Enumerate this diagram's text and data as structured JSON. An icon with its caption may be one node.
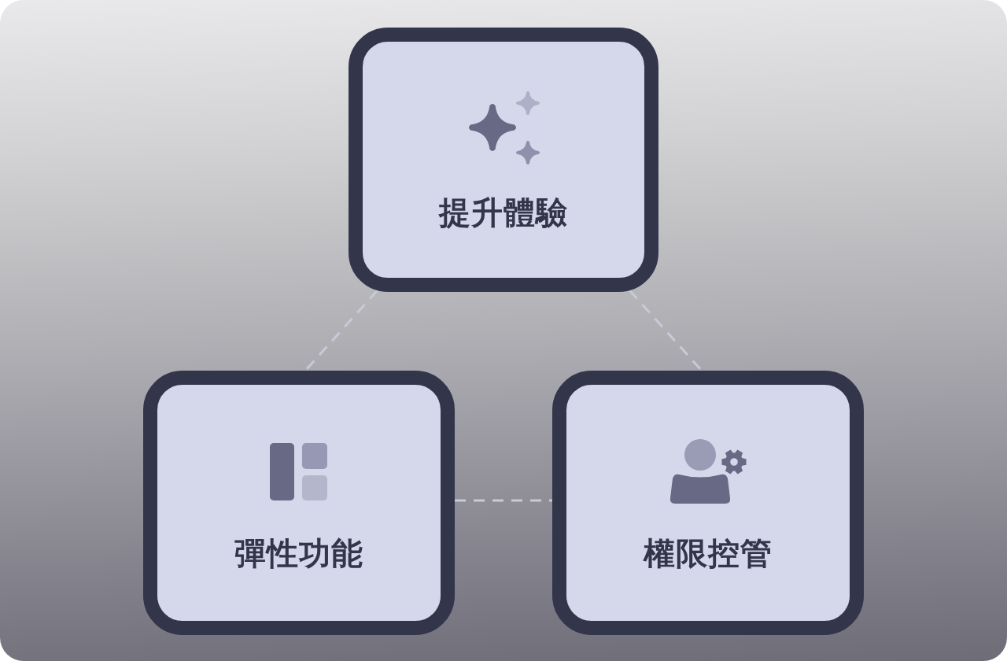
{
  "diagram": {
    "nodes": [
      {
        "text": [
          "提升體驗"
        ]
      },
      {
        "text": [
          "彈性功能"
        ]
      },
      {
        "text": [
          "權限控管"
        ]
      }
    ],
    "edges": [
      {
        "from": 0,
        "to": 1,
        "arrow": "none",
        "style": "dashed"
      },
      {
        "from": 0,
        "to": 2,
        "arrow": "none",
        "style": "dashed"
      },
      {
        "from": 1,
        "to": 2,
        "arrow": "none",
        "style": "dashed"
      }
    ]
  }
}
